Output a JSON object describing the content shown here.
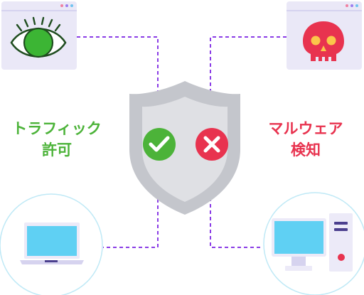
{
  "labels": {
    "allow_line1": "トラフィック",
    "allow_line2": "許可",
    "malware_line1": "マルウェア",
    "malware_line2": "検知"
  },
  "colors": {
    "allow": "#4cb339",
    "malware": "#e8334f",
    "connector": "#8a3ce6",
    "shield_outer": "#c4c6cc",
    "shield_inner": "#dfe0e4",
    "window_frame": "#eae8f7",
    "screen": "#5fd0f3",
    "circle_outline": "#bfe9f6"
  },
  "icons": {
    "eye_window": "eye-icon",
    "skull_window": "skull-icon",
    "shield": "shield-icon",
    "allowed": "checkmark-icon",
    "blocked": "cross-icon",
    "laptop": "laptop-icon",
    "desktop": "desktop-computer-icon"
  }
}
